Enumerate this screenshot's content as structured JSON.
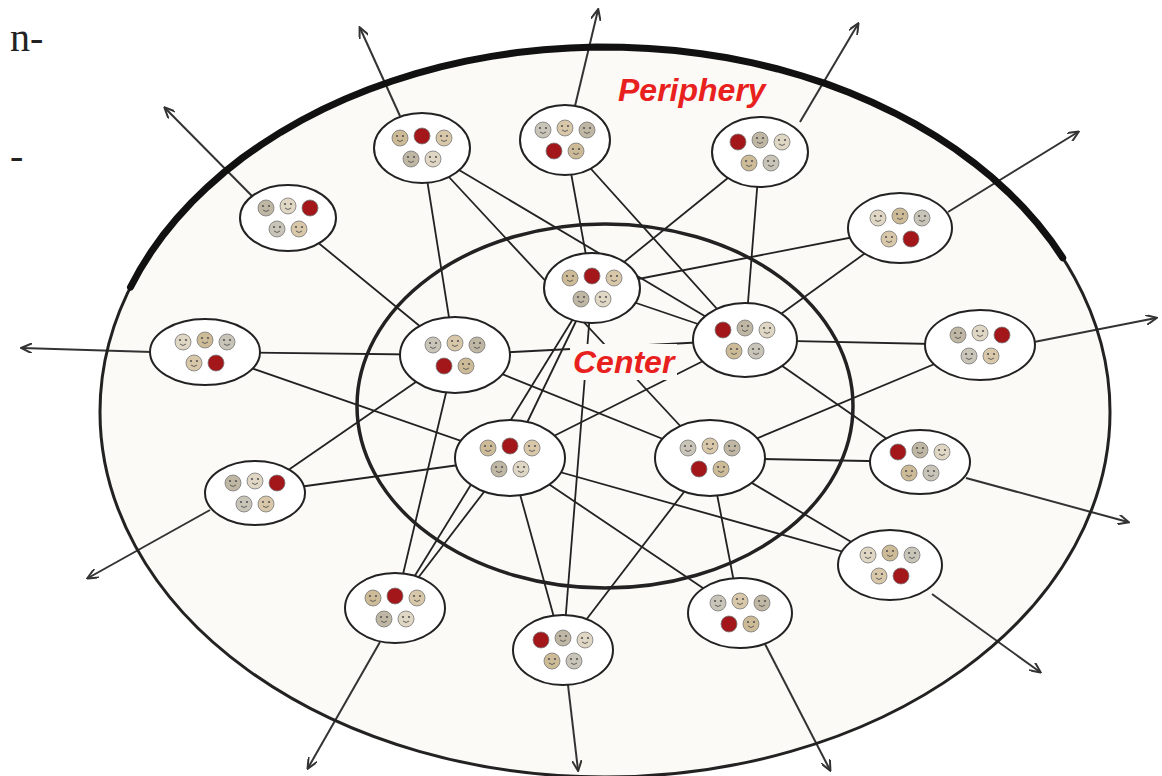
{
  "diagram": {
    "nodes": [
      {
        "text": [
          "Periphery"
        ]
      },
      {
        "text": [
          "Center"
        ],
        "in": 0
      }
    ],
    "labels": [
      "n-",
      "-"
    ]
  }
}
